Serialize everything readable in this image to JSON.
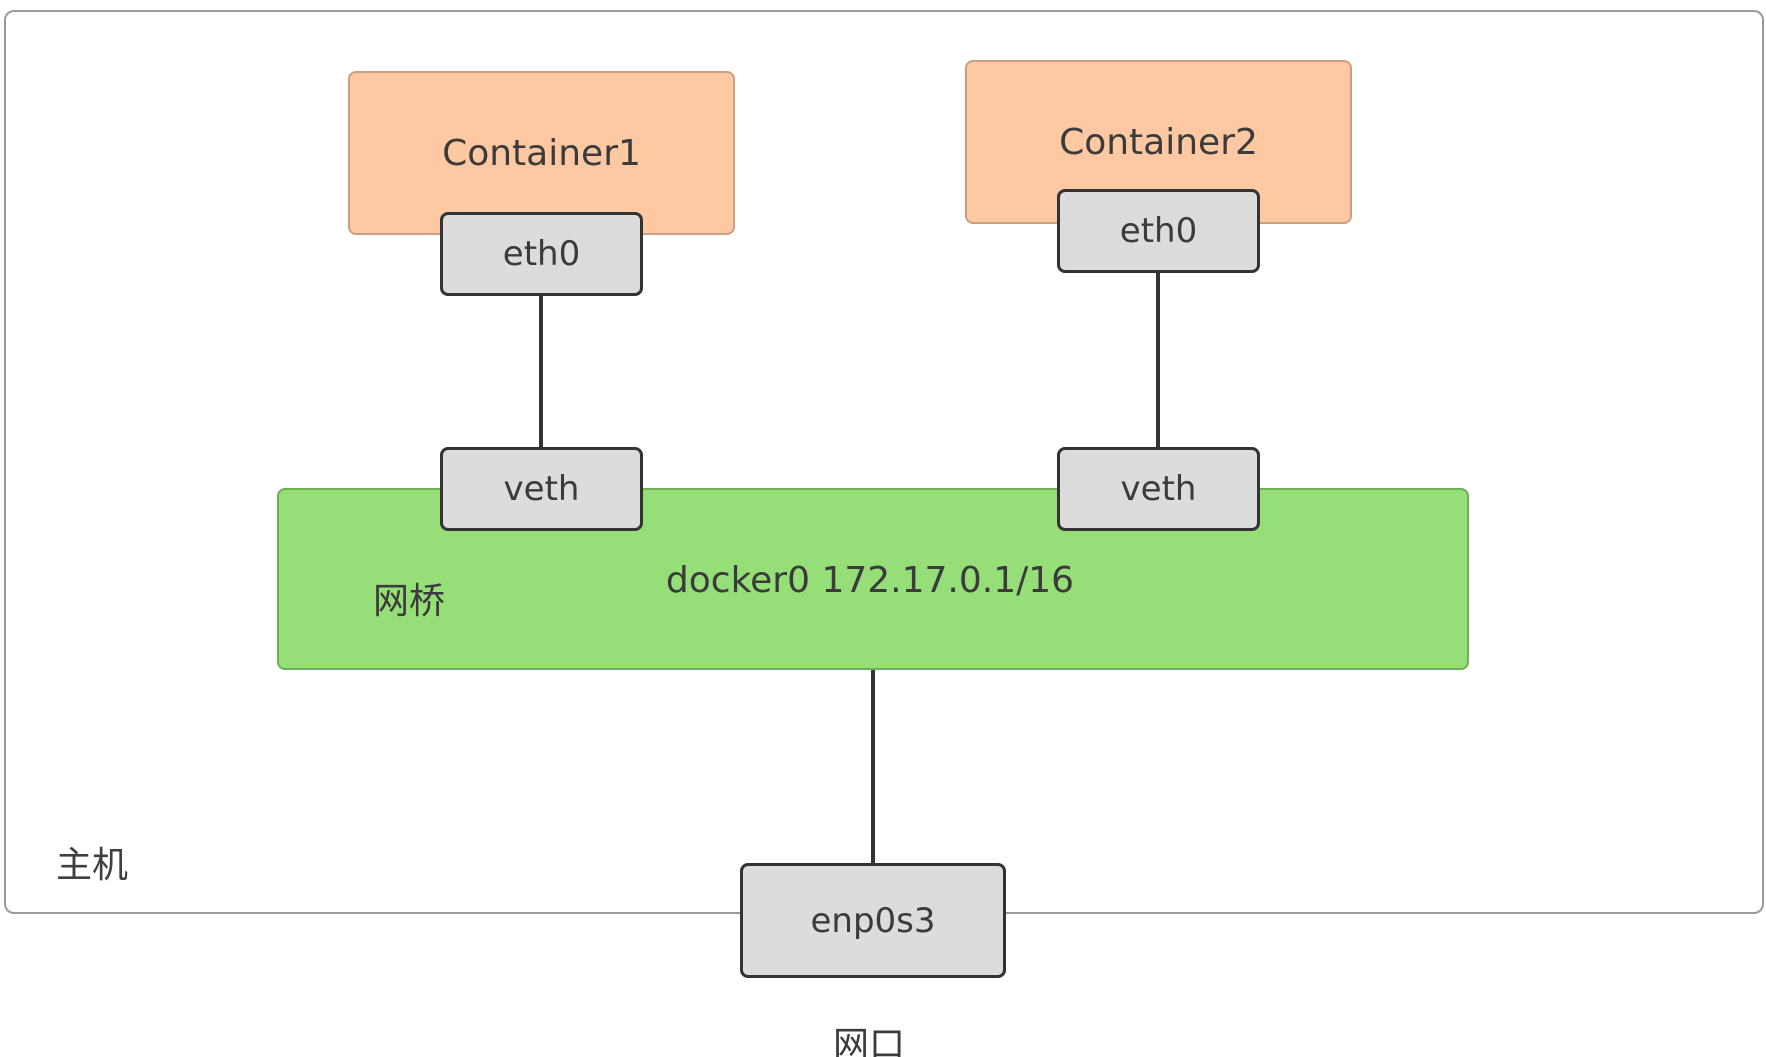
{
  "diagram": {
    "host_label": "主机",
    "containers": [
      {
        "label": "Container1"
      },
      {
        "label": "Container2"
      }
    ],
    "container_interfaces": [
      {
        "label": "eth0"
      },
      {
        "label": "eth0"
      }
    ],
    "bridge": {
      "tag": "网桥",
      "name": "docker0 172.17.0.1/16"
    },
    "veth_interfaces": [
      {
        "label": "veth"
      },
      {
        "label": "veth"
      }
    ],
    "physical_interface": {
      "label": "enp0s3"
    },
    "physical_interface_caption": "网口",
    "colors": {
      "container_fill": "#fdc8a2",
      "bridge_fill": "#96de78",
      "interface_fill": "#dcdcdc",
      "interface_border": "#333333",
      "host_border": "#9a9a9a"
    }
  }
}
